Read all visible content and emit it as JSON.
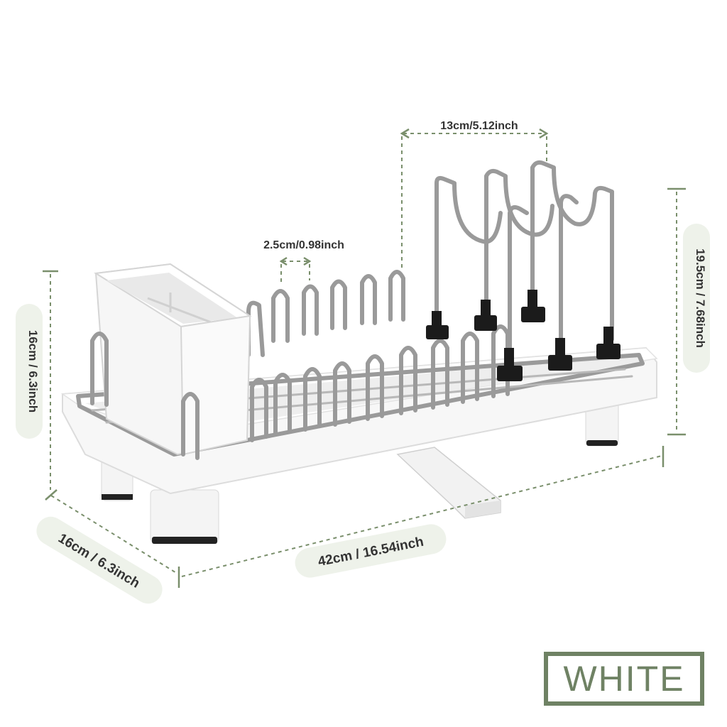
{
  "dimensions": {
    "width": "42cm / 16.54inch",
    "depth": "16cm / 6.3inch",
    "left_height": "16cm / 6.3inch",
    "right_height": "19.5cm / 7.68inch",
    "slot_spacing": "2.5cm/0.98inch",
    "lid_holder_spacing": "13cm/5.12inch"
  },
  "color_label": "WHITE",
  "colors": {
    "accent": "#6f8264",
    "dimension_line": "#7a8f6c",
    "label_pill": "#eef2ea",
    "wire": "#9a9a9a",
    "clip": "#1b1b1b"
  }
}
